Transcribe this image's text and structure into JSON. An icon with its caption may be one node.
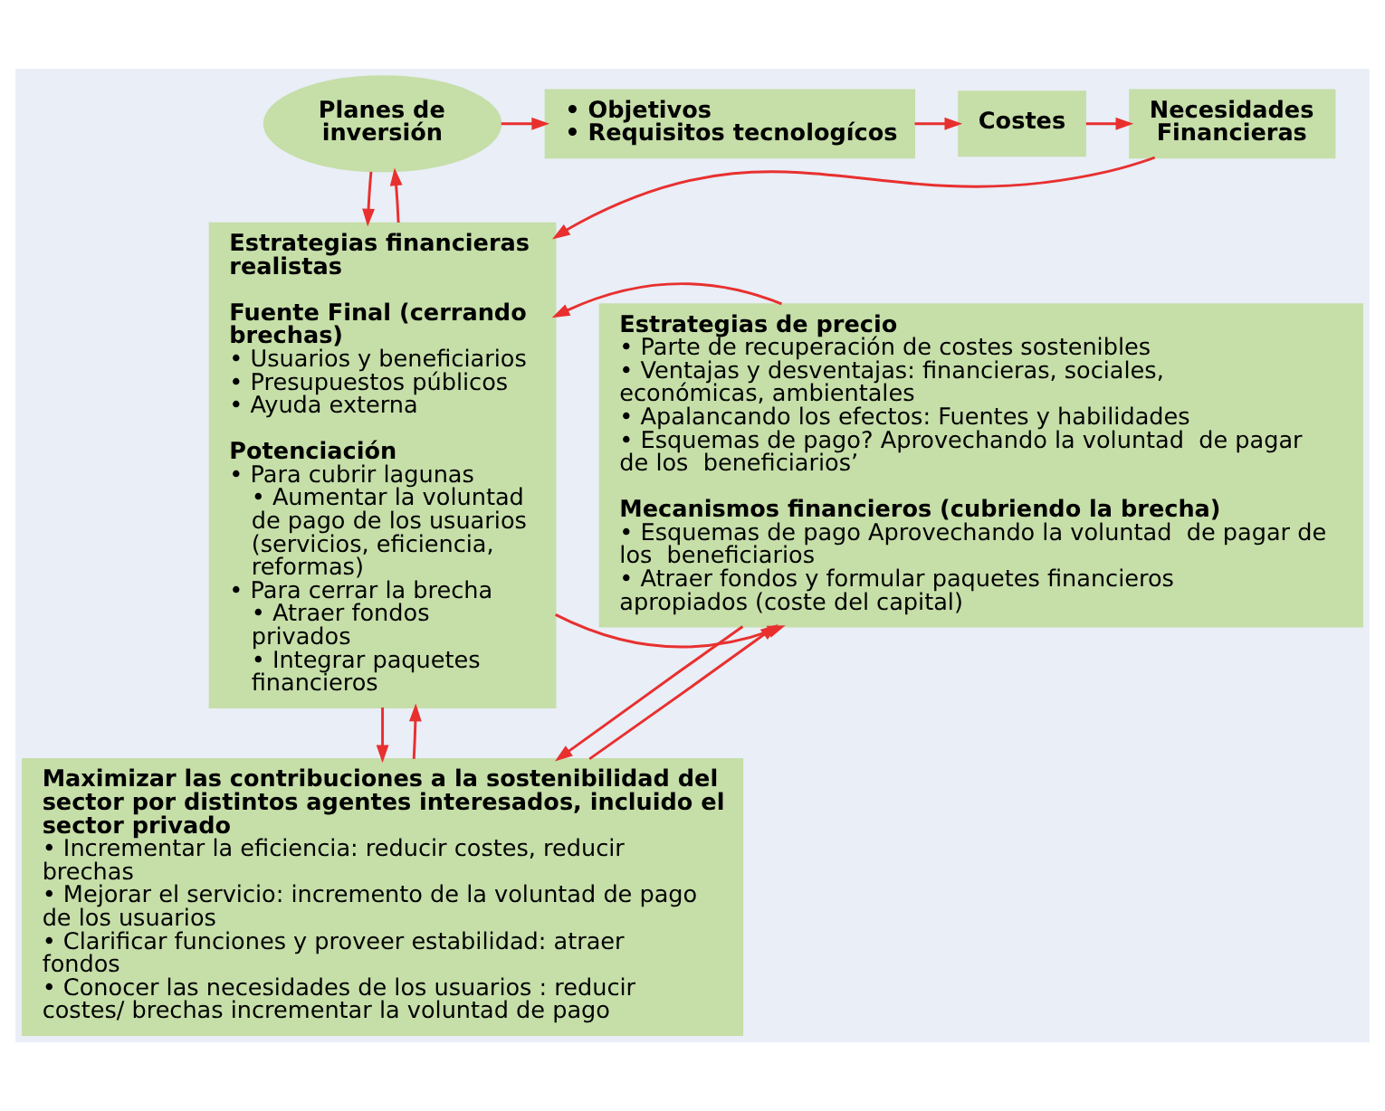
{
  "diagram": {
    "nodes": [
      {
        "text": [
          "Planes de inversión"
        ]
      },
      {
        "text": [
          "• Objetivos",
          "• Requisitos tecnologícos"
        ]
      },
      {
        "text": [
          "Costes"
        ]
      },
      {
        "text": [
          "Necesidades Financieras"
        ]
      },
      {
        "text": [
          "Estrategias financieras realistas",
          "Fuente Final (cerrando brechas)",
          "• Usuarios y beneficiarios",
          "• Presupuestos públicos",
          "• Ayuda externa",
          "Potenciación",
          "• Para cubrir lagunas",
          "• Aumentar la voluntad de pago de los usuarios (servicios, eficiencia, reformas)",
          "• Para cerrar la brecha",
          "• Atraer fondos privados",
          "• Integrar paquetes financieros"
        ]
      },
      {
        "text": [
          "Estrategias de precio",
          "• Parte de recuperación de costes sostenibles",
          "• Ventajas y desventajas: financieras, sociales, económicas, ambientales",
          "• Apalancando los efectos: Fuentes y habilidades",
          "• Esquemas de pago? Aprovechando la voluntad  de pagar de los  beneficiarios’",
          "Mecanismos financieros (cubriendo la brecha)",
          "• Esquemas de pago Aprovechando la voluntad  de pagar de los  beneficiarios",
          "• Atraer fondos y formular paquetes financieros apropiados (coste del capital)"
        ]
      },
      {
        "text": [
          "Maximizar las contribuciones a la sostenibilidad del sector por distintos agentes interesados, incluido el sector privado",
          "• Incrementar la eficiencia: reducir costes, reducir brechas",
          "• Mejorar el servicio: incremento de la voluntad de pago de los usuarios",
          "• Clarificar funciones y proveer estabilidad: atraer fondos",
          "• Conocer las necesidades de los usuarios : reducir costes/ brechas incrementar la voluntad de pago"
        ]
      }
    ],
    "edges": [
      {
        "from": 0,
        "to": 1,
        "arrow": "to"
      },
      {
        "from": 1,
        "to": 2,
        "arrow": "to"
      },
      {
        "from": 2,
        "to": 3,
        "arrow": "to"
      },
      {
        "from": 3,
        "to": 4,
        "arrow": "to"
      },
      {
        "from": 4,
        "to": 0,
        "arrow": "to"
      },
      {
        "from": 0,
        "to": 4,
        "arrow": "to"
      },
      {
        "from": 4,
        "to": 5,
        "arrow": "to"
      },
      {
        "from": 5,
        "to": 4,
        "arrow": "to"
      },
      {
        "from": 6,
        "to": 5,
        "arrow": "to"
      },
      {
        "from": 5,
        "to": 6,
        "arrow": "to"
      },
      {
        "from": 4,
        "to": 6,
        "arrow": "to"
      },
      {
        "from": 6,
        "to": 4,
        "arrow": "to"
      }
    ]
  }
}
